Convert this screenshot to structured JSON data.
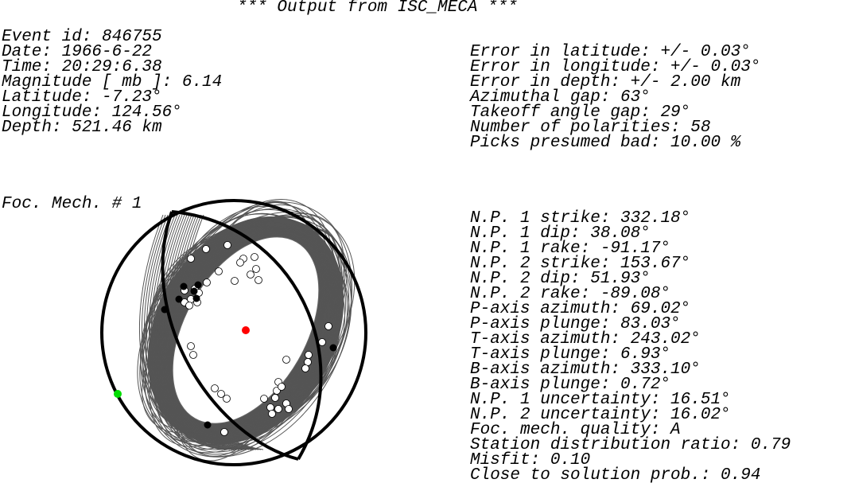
{
  "title": "*** Output from ISC_MECA ***",
  "event": [
    "Event id: 846755",
    "Date: 1966-6-22",
    "Time: 20:29:6.38",
    "Magnitude [ mb ]: 6.14",
    "Latitude: -7.23°",
    "Longitude: 124.56°",
    "Depth: 521.46 km"
  ],
  "errors": [
    "Error in latitude: +/- 0.03°",
    "Error in longitude: +/- 0.03°",
    "Error in depth: +/- 2.00 km",
    "Azimuthal gap: 63°",
    "Takeoff angle gap: 29°",
    "Number of polarities: 58",
    "Picks presumed bad: 10.00 %"
  ],
  "mech_label": "Foc. Mech. # 1",
  "mechanism": [
    "N.P. 1 strike: 332.18°",
    "N.P. 1 dip: 38.08°",
    "N.P. 1 rake: -91.17°",
    "N.P. 2 strike: 153.67°",
    "N.P. 2 dip: 51.93°",
    "N.P. 2 rake: -89.08°",
    "P-axis azimuth: 69.02°",
    "P-axis plunge: 83.03°",
    "T-axis azimuth: 243.02°",
    "T-axis plunge: 6.93°",
    "B-axis azimuth: 333.10°",
    "B-axis plunge: 0.72°",
    "N.P. 1 uncertainty: 16.51°",
    "N.P. 2 uncertainty: 16.02°",
    "Foc. mech. quality: A",
    "Station distribution ratio: 0.79",
    "Misfit: 0.10",
    "Close to solution prob.: 0.94"
  ],
  "colors": {
    "outline": "#000000",
    "uncertainty_band": "#555555",
    "p_axis": "#ff0000",
    "t_axis": "#00dd00",
    "dilatation": "#ffffff",
    "compression": "#000000"
  }
}
